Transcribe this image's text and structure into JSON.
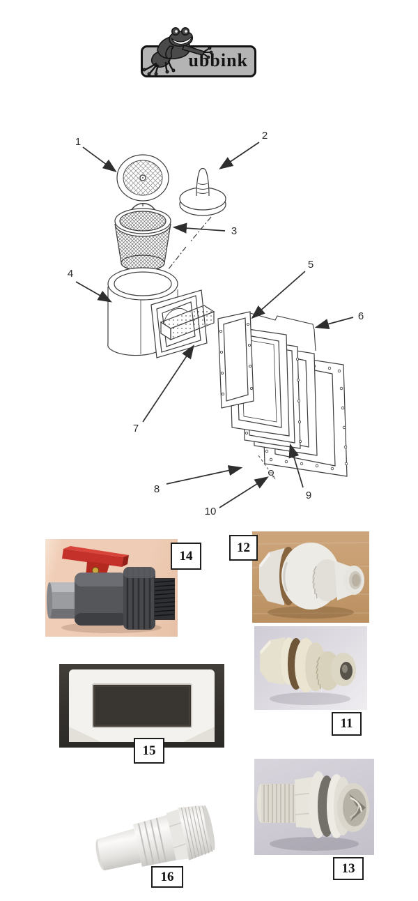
{
  "brand": {
    "logo_text": "ubbink"
  },
  "diagram": {
    "callouts": [
      "1",
      "2",
      "3",
      "4",
      "5",
      "6",
      "7",
      "8",
      "9",
      "10"
    ]
  },
  "photo_labels": [
    "14",
    "12",
    "11",
    "15",
    "16",
    "13"
  ],
  "colors": {
    "logo_plate_gray": "#b4b4b4",
    "frog_gray": "#4a4a4a",
    "valve_handle_red": "#c4302a",
    "valve_body_gray": "#55565a",
    "valve_photo_background": "#eeccb5",
    "wood_background": "#c79e70",
    "faceplate_background": "#34312d",
    "fitting_white": "#edebe7",
    "diagram_line": "#3c3c3c"
  }
}
